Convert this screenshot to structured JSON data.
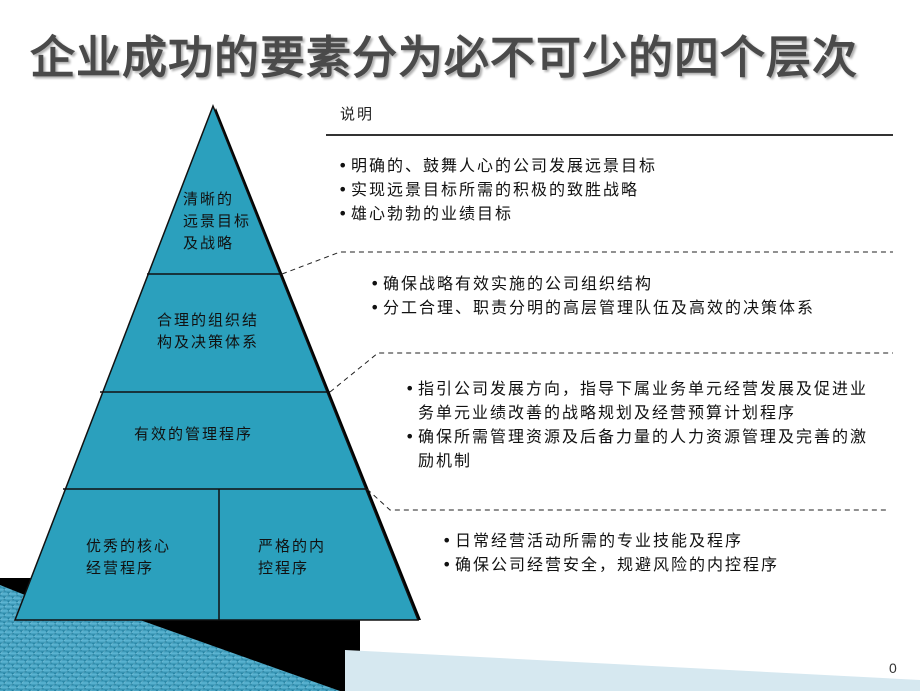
{
  "slide": {
    "title": "企业成功的要素分为必不可少的四个层次",
    "page_number": "0"
  },
  "colors": {
    "pyramid_fill": "#2ba0bd",
    "outline": "#111111",
    "title_text": "#4a4a4a",
    "accent_gradient_light": "#5fb8d6",
    "accent_gradient_dark": "#0f6f8f"
  },
  "pyramid": {
    "levels": [
      {
        "label_lines": [
          "清晰的",
          "远景目标",
          "及战略"
        ]
      },
      {
        "label_lines": [
          "合理的组织结",
          "构及决策体系"
        ]
      },
      {
        "label_lines": [
          "有效的管理程序"
        ]
      },
      {
        "split": [
          {
            "label_lines": [
              "优秀的核心",
              "经营程序"
            ]
          },
          {
            "label_lines": [
              "严格的内",
              "控程序"
            ]
          }
        ]
      }
    ]
  },
  "explanation": {
    "heading": "说明",
    "groups": [
      {
        "items": [
          "明确的、鼓舞人心的公司发展远景目标",
          "实现远景目标所需的积极的致胜战略",
          "雄心勃勃的业绩目标"
        ]
      },
      {
        "items": [
          "确保战略有效实施的公司组织结构",
          "分工合理、职责分明的高层管理队伍及高效的决策体系"
        ]
      },
      {
        "items": [
          "指引公司发展方向，指导下属业务单元经营发展及促进业务单元业绩改善的战略规划及经营预算计划程序",
          "确保所需管理资源及后备力量的人力资源管理及完善的激励机制"
        ]
      },
      {
        "items": [
          "日常经营活动所需的专业技能及程序",
          "确保公司经营安全，规避风险的内控程序"
        ]
      }
    ]
  }
}
